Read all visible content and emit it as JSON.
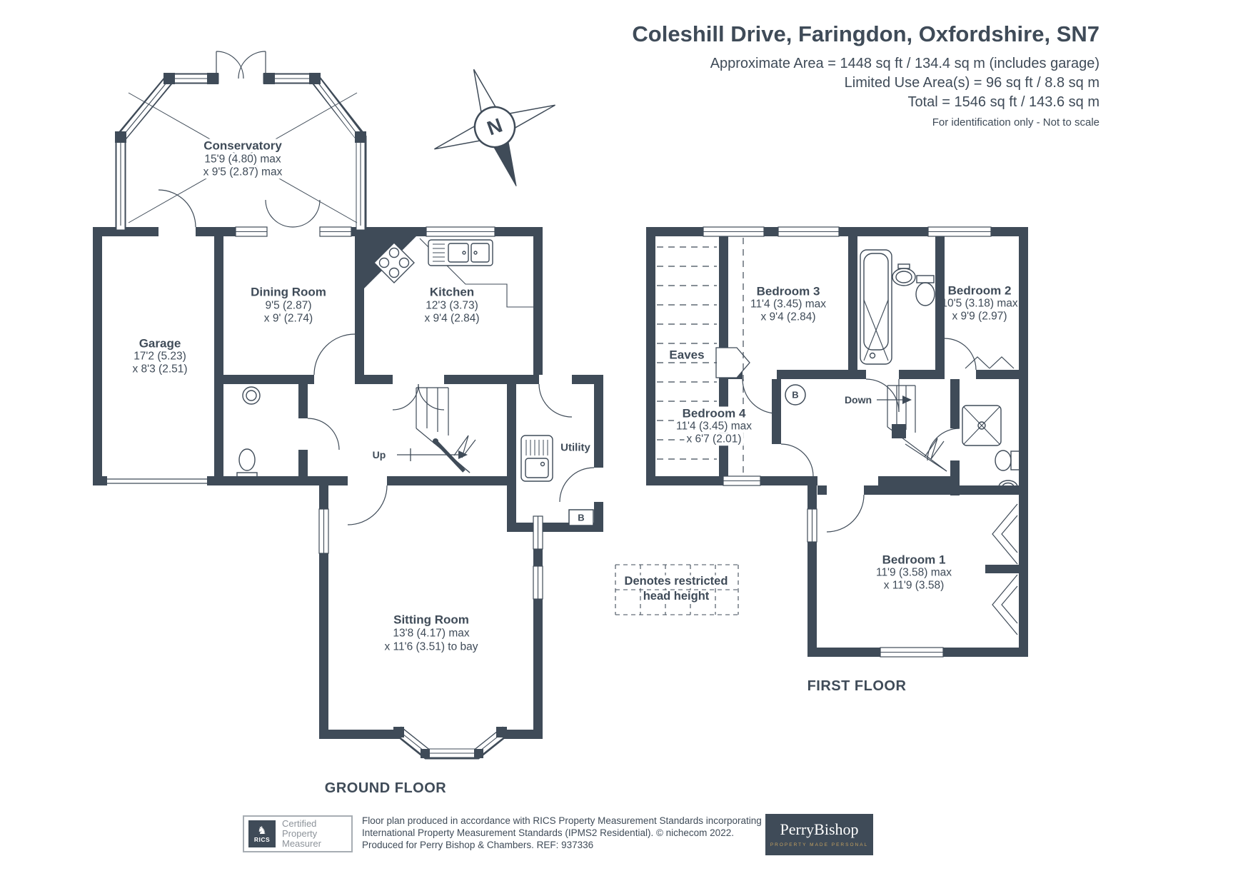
{
  "header": {
    "title": "Coleshill Drive, Faringdon, Oxfordshire, SN7",
    "area_line1": "Approximate Area = 1448 sq ft / 134.4 sq m (includes garage)",
    "area_line2": "Limited Use Area(s) = 96 sq ft / 8.8 sq m",
    "area_line3": "Total = 1546 sq ft / 143.6 sq m",
    "note": "For identification only - Not to scale"
  },
  "compass": {
    "north": "N"
  },
  "ground_floor": {
    "label": "GROUND FLOOR",
    "conservatory": {
      "name": "Conservatory",
      "dim1": "15'9 (4.80) max",
      "dim2": "x 9'5 (2.87) max"
    },
    "garage": {
      "name": "Garage",
      "dim1": "17'2 (5.23)",
      "dim2": "x 8'3 (2.51)"
    },
    "dining_room": {
      "name": "Dining Room",
      "dim1": "9'5 (2.87)",
      "dim2": "x 9' (2.74)"
    },
    "kitchen": {
      "name": "Kitchen",
      "dim1": "12'3 (3.73)",
      "dim2": "x 9'4 (2.84)"
    },
    "sitting_room": {
      "name": "Sitting Room",
      "dim1": "13'8 (4.17) max",
      "dim2": "x 11'6 (3.51) to bay"
    },
    "utility": {
      "name": "Utility"
    },
    "up": "Up",
    "boiler": "B"
  },
  "first_floor": {
    "label": "FIRST FLOOR",
    "bedroom1": {
      "name": "Bedroom 1",
      "dim1": "11'9 (3.58) max",
      "dim2": "x 11'9 (3.58)"
    },
    "bedroom2": {
      "name": "Bedroom 2",
      "dim1": "10'5 (3.18) max",
      "dim2": "x 9'9 (2.97)"
    },
    "bedroom3": {
      "name": "Bedroom 3",
      "dim1": "11'4 (3.45) max",
      "dim2": "x 9'4 (2.84)"
    },
    "bedroom4": {
      "name": "Bedroom 4",
      "dim1": "11'4 (3.45) max",
      "dim2": "x 6'7 (2.01)"
    },
    "eaves": {
      "name": "Eaves"
    },
    "down": "Down",
    "boiler": "B"
  },
  "legend": {
    "line1": "Denotes restricted",
    "line2": "head height"
  },
  "footer": {
    "rics": {
      "brand": "RICS",
      "glyph": "♞",
      "line1": "Certified",
      "line2": "Property",
      "line3": "Measurer"
    },
    "disclaimer1": "Floor plan produced in accordance with RICS Property Measurement Standards incorporating",
    "disclaimer2": "International Property Measurement Standards (IPMS2 Residential).  © nichecom 2022.",
    "disclaimer3": "Produced for Perry Bishop & Chambers.   REF: 937336",
    "agent": {
      "name": "PerryBishop",
      "tagline": "PROPERTY MADE PERSONAL"
    }
  },
  "colors": {
    "ink": "#3f4b58",
    "gold": "#c3a060"
  }
}
